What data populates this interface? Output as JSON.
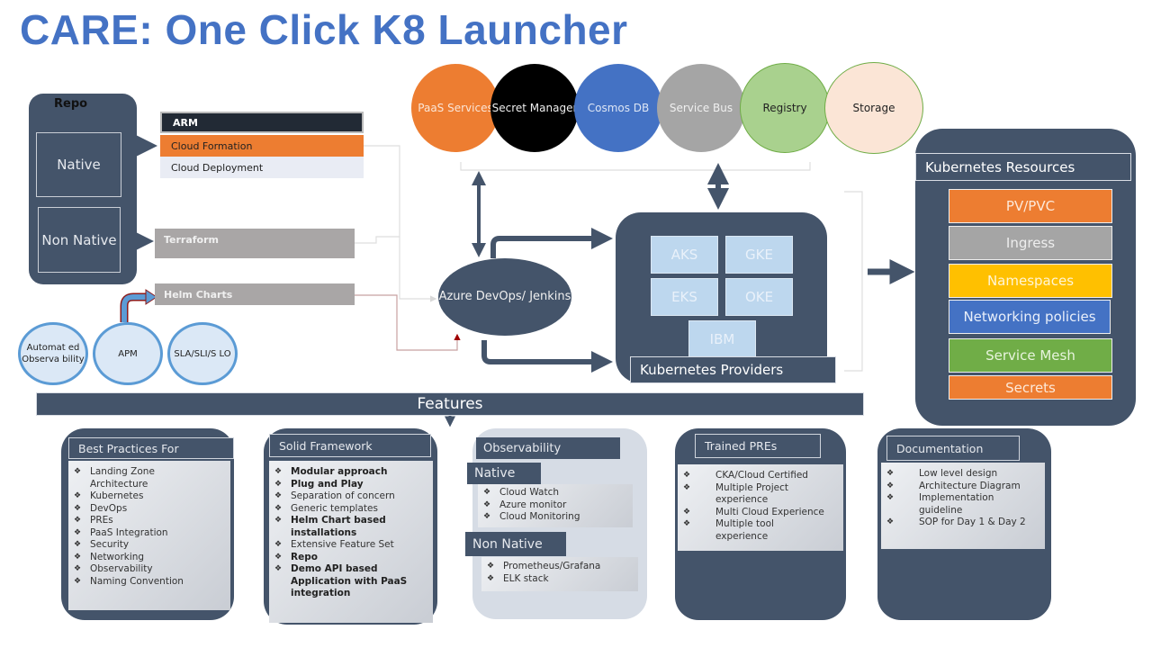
{
  "title": "CARE: One Click K8 Launcher",
  "repo": {
    "title": "Repo",
    "native": "Native",
    "non_native": "Non Native"
  },
  "templates": {
    "arm": "ARM",
    "cloud_formation": "Cloud Formation",
    "cloud_deployment": "Cloud Deployment",
    "terraform": "Terraform",
    "helm_charts": "Helm Charts"
  },
  "observability_cycle": [
    "Automat ed Observa bility",
    "APM",
    "SLA/SLI/S LO"
  ],
  "services": [
    {
      "label": "PaaS Services",
      "color": "#ed7d31"
    },
    {
      "label": "Secret Manager",
      "color": "#000000"
    },
    {
      "label": "Cosmos DB",
      "color": "#4472c4"
    },
    {
      "label": "Service Bus",
      "color": "#a5a5a5"
    },
    {
      "label": "Registry",
      "color": "#a9d18e"
    },
    {
      "label": "Storage",
      "color": "#fbe5d6"
    }
  ],
  "pipeline": "Azure DevOps/ Jenkins",
  "providers": {
    "label": "Kubernetes Providers",
    "items": [
      "AKS",
      "GKE",
      "EKS",
      "OKE",
      "IBM"
    ]
  },
  "resources": {
    "title": "Kubernetes Resources",
    "items": [
      {
        "label": "PV/PVC",
        "color": "#ed7d31"
      },
      {
        "label": "Ingress",
        "color": "#a5a5a5"
      },
      {
        "label": "Namespaces",
        "color": "#ffc000"
      },
      {
        "label": "Networking policies",
        "color": "#4472c4"
      },
      {
        "label": "Service Mesh",
        "color": "#70ad47"
      },
      {
        "label": "Secrets",
        "color": "#ed7d31"
      }
    ]
  },
  "features": {
    "label": "Features",
    "best_practices": {
      "title": "Best Practices For",
      "items": [
        "Landing Zone",
        "Architecture",
        "Kubernetes",
        "DevOps",
        "PREs",
        "PaaS Integration",
        "Security",
        "Networking",
        "Observability",
        "Naming Convention"
      ]
    },
    "solid_framework": {
      "title": "Solid Framework",
      "items": [
        "Modular approach",
        "Plug and Play",
        "Separation of concern",
        "Generic templates",
        "Helm Chart based",
        "installations",
        "Extensive Feature Set",
        "Repo",
        "Demo  API based",
        "Application with PaaS",
        "integration"
      ]
    },
    "observability": {
      "title": "Observability",
      "native_label": "Native",
      "native_items": [
        "Cloud Watch",
        "Azure monitor",
        "Cloud Monitoring"
      ],
      "non_native_label": "Non Native",
      "non_native_items": [
        "Prometheus/Grafana",
        "ELK stack"
      ]
    },
    "trained_pres": {
      "title": "Trained PREs",
      "items": [
        "CKA/Cloud Certified",
        "Multiple Project",
        "experience",
        "Multi Cloud Experience",
        "Multiple tool",
        "experience"
      ]
    },
    "documentation": {
      "title": "Documentation",
      "items": [
        "Low level design",
        "Architecture Diagram",
        "Implementation",
        "guideline",
        "SOP for Day 1 & Day 2"
      ]
    }
  }
}
